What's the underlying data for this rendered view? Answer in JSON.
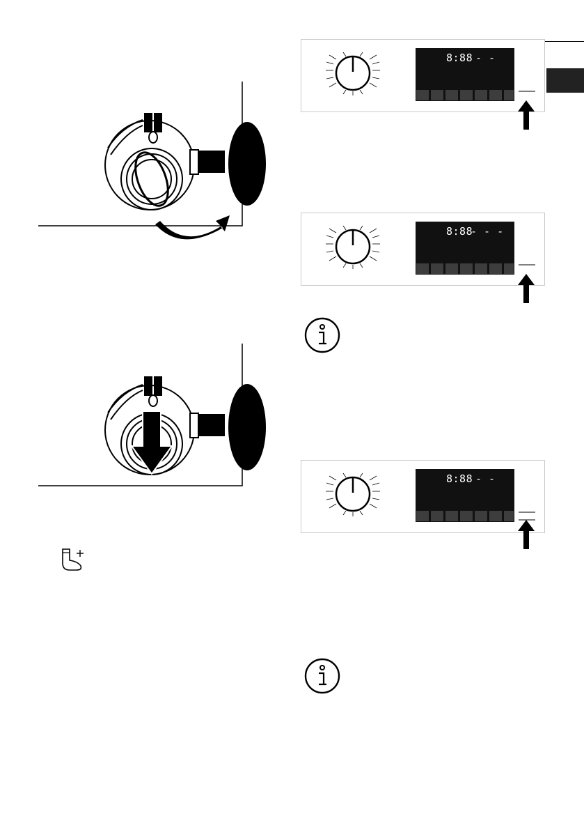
{
  "colors": {
    "ink": "#000000",
    "language_tab": "#222222",
    "display_bg": "#111111",
    "display_buttons": "#3d3d3d",
    "panel_border": "#c9c9c9"
  },
  "icons": {
    "info": "info-circle-icon",
    "sock_plus": "sock-plus-icon",
    "arrow_up": "arrow-up-icon",
    "arrow_rotate": "curved-arrow-icon",
    "arrow_down": "arrow-down-icon"
  },
  "panels": [
    {
      "display": "8:88",
      "indicator": "- -"
    },
    {
      "display": "8:88",
      "indicator": "- - -"
    },
    {
      "display": "8:88",
      "indicator": "- -"
    }
  ]
}
